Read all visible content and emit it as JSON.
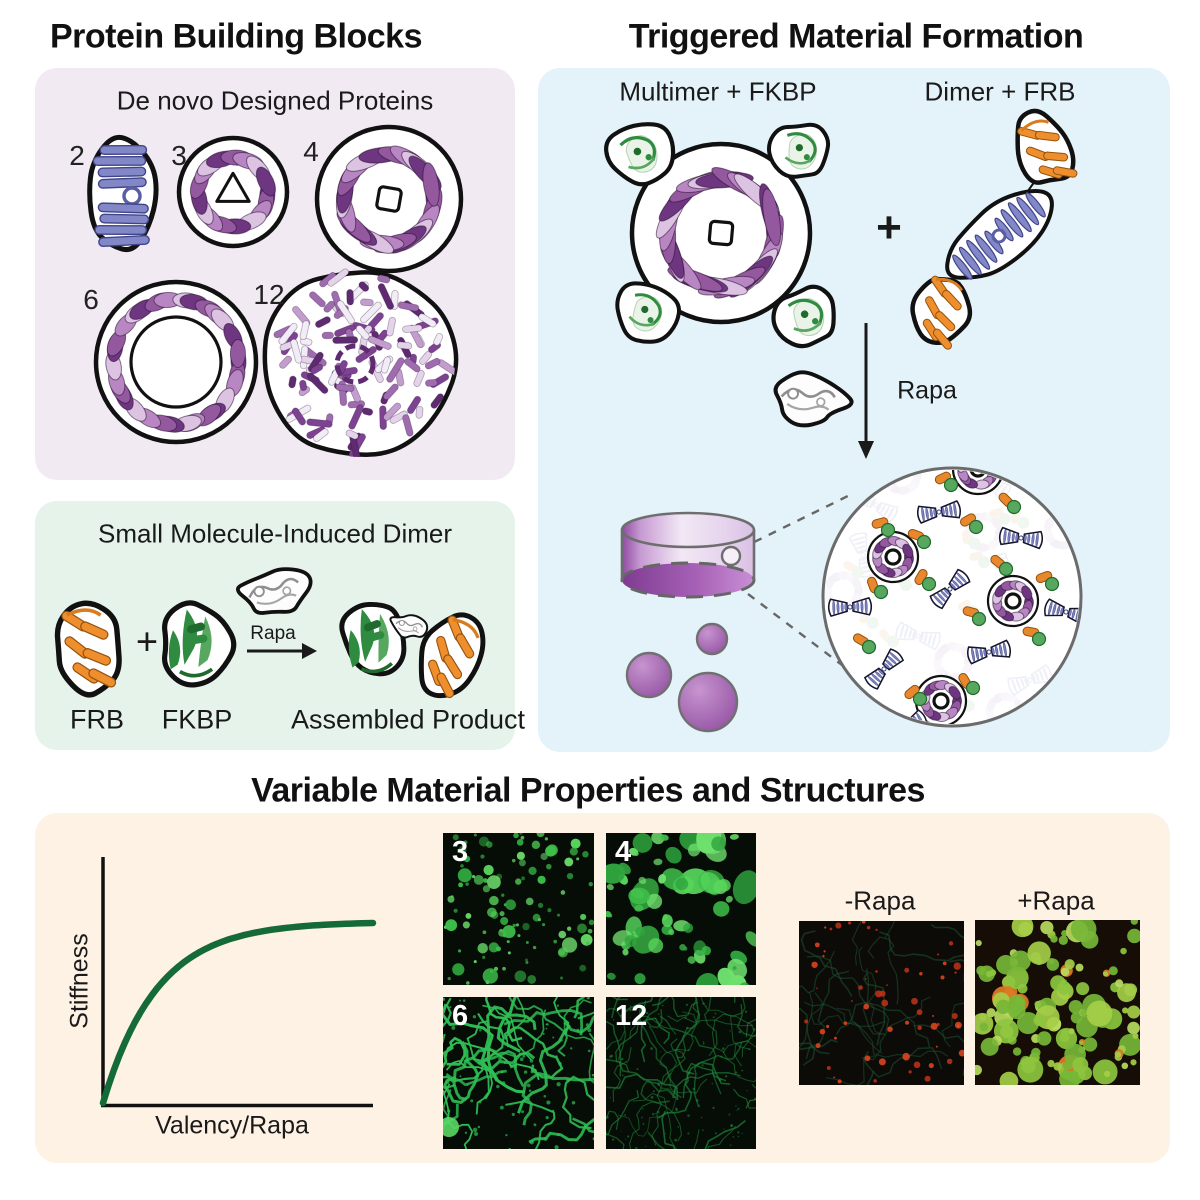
{
  "titles": {
    "building_blocks": "Protein Building Blocks",
    "material_formation": "Triggered Material Formation",
    "properties": "Variable Material Properties and Structures"
  },
  "building_blocks": {
    "heading": "De novo Designed Proteins",
    "valencies": [
      "2",
      "3",
      "4",
      "6",
      "12"
    ]
  },
  "induced_dimer": {
    "heading": "Small Molecule-Induced Dimer",
    "frb_label": "FRB",
    "plus": "+",
    "fkbp_label": "FKBP",
    "arrow_label": "Rapa",
    "product_label": "Assembled Product"
  },
  "formation": {
    "left_heading": "Multimer + FKBP",
    "right_heading": "Dimer + FRB",
    "plus": "+",
    "arrow_label": "Rapa"
  },
  "properties": {
    "micrograph_labels": [
      "3",
      "4",
      "6",
      "12"
    ],
    "minus_rapa_label": "-Rapa",
    "plus_rapa_label": "+Rapa"
  },
  "chart_data": {
    "type": "line",
    "title": "",
    "xlabel": "Valency/Rapa",
    "ylabel": "Stiffness",
    "x_range": [
      0,
      1
    ],
    "y_range": [
      0,
      1.05
    ],
    "grid": false,
    "axis_ticks": false,
    "legend": false,
    "curve_color": "#156B38",
    "x": [
      0,
      0.08,
      0.17,
      0.25,
      0.33,
      0.42,
      0.5,
      0.58,
      0.67,
      0.75,
      0.83,
      0.92,
      1.0
    ],
    "series": [
      {
        "name": "Stiffness",
        "values": [
          0,
          0.33,
          0.58,
          0.72,
          0.81,
          0.88,
          0.92,
          0.95,
          0.97,
          0.98,
          0.99,
          1.0,
          1.0
        ]
      }
    ],
    "description": "Schematic saturating curve: material stiffness rises with valency/rapamycin then plateaus"
  },
  "colors": {
    "panel_purple": "#F1EAF3",
    "panel_green": "#E5F3EA",
    "panel_blue": "#E4F2F9",
    "panel_cream": "#FDF2E3",
    "protein_purple": "#9C64AA",
    "protein_blue": "#8287C8",
    "frb_orange": "#EF8E2C",
    "fkbp_green": "#2E8B3F",
    "curve_green": "#156B38",
    "droplet_purple": "#9B56A8",
    "micro_green": "#3DBE49",
    "micro_red": "#E8481F",
    "micro_yellowgreen": "#A5CE48"
  }
}
